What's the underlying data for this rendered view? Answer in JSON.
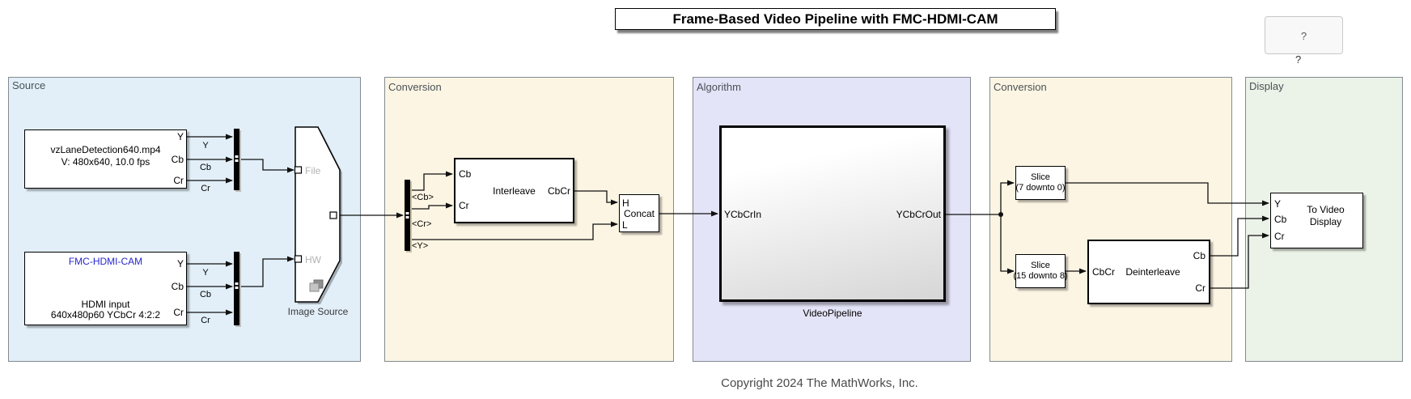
{
  "title": {
    "text": "Frame-Based Video Pipeline with FMC-HDMI-CAM"
  },
  "help": {
    "box_icon": "?",
    "below_label": "?"
  },
  "copyright": {
    "text": "Copyright 2024 The MathWorks, Inc."
  },
  "areas": {
    "source": {
      "label": "Source",
      "fill": "#E2EFF8"
    },
    "conversion1": {
      "label": "Conversion",
      "fill": "#FCF5E3"
    },
    "algorithm": {
      "label": "Algorithm",
      "fill": "#E4E4F8"
    },
    "conversion2": {
      "label": "Conversion",
      "fill": "#FCF5E3"
    },
    "display": {
      "label": "Display",
      "fill": "#EBF2E7"
    }
  },
  "blocks": {
    "media_file": {
      "line1": "vzLaneDetection640.mp4",
      "line2": "V: 480x640, 10.0 fps",
      "port_y": "Y",
      "port_cb": "Cb",
      "port_cr": "Cr"
    },
    "hdmi_cam": {
      "title": "FMC-HDMI-CAM",
      "line1": "HDMI input",
      "line2": "640x480p60 YCbCr 4:2:2",
      "port_y": "Y",
      "port_cb": "Cb",
      "port_cr": "Cr"
    },
    "image_source": {
      "label": "Image Source",
      "port_file": "File",
      "port_hw": "HW"
    },
    "interleave": {
      "label": "Interleave",
      "in_cb": "Cb",
      "in_cr": "Cr",
      "out_cbcr": "CbCr"
    },
    "concat": {
      "label": "Concat",
      "in_h": "H",
      "in_l": "L"
    },
    "video_pipeline": {
      "label": "VideoPipeline",
      "in": "YCbCrIn",
      "out": "YCbCrOut"
    },
    "slice_low": {
      "line1": "Slice",
      "line2": "(7 downto 0)"
    },
    "slice_high": {
      "line1": "Slice",
      "line2": "(15 downto 8)"
    },
    "deinterleave": {
      "label": "Deinterleave",
      "in": "CbCr",
      "out_cb": "Cb",
      "out_cr": "Cr"
    },
    "to_video_display": {
      "line1": "To Video",
      "line2": "Display",
      "port_y": "Y",
      "port_cb": "Cb",
      "port_cr": "Cr"
    }
  },
  "signals": {
    "mux1": {
      "y": "Y",
      "cb": "Cb",
      "cr": "Cr"
    },
    "mux2": {
      "y": "Y",
      "cb": "Cb",
      "cr": "Cr"
    },
    "bus": {
      "cb": "<Cb>",
      "cr": "<Cr>",
      "y": "<Y>"
    }
  },
  "colors": {
    "link_blue": "#2626CE",
    "line": "#111111",
    "area_border": "#838A90",
    "muted_port_label": "#B3B3B3",
    "copyright_text": "#4A4A4A"
  }
}
